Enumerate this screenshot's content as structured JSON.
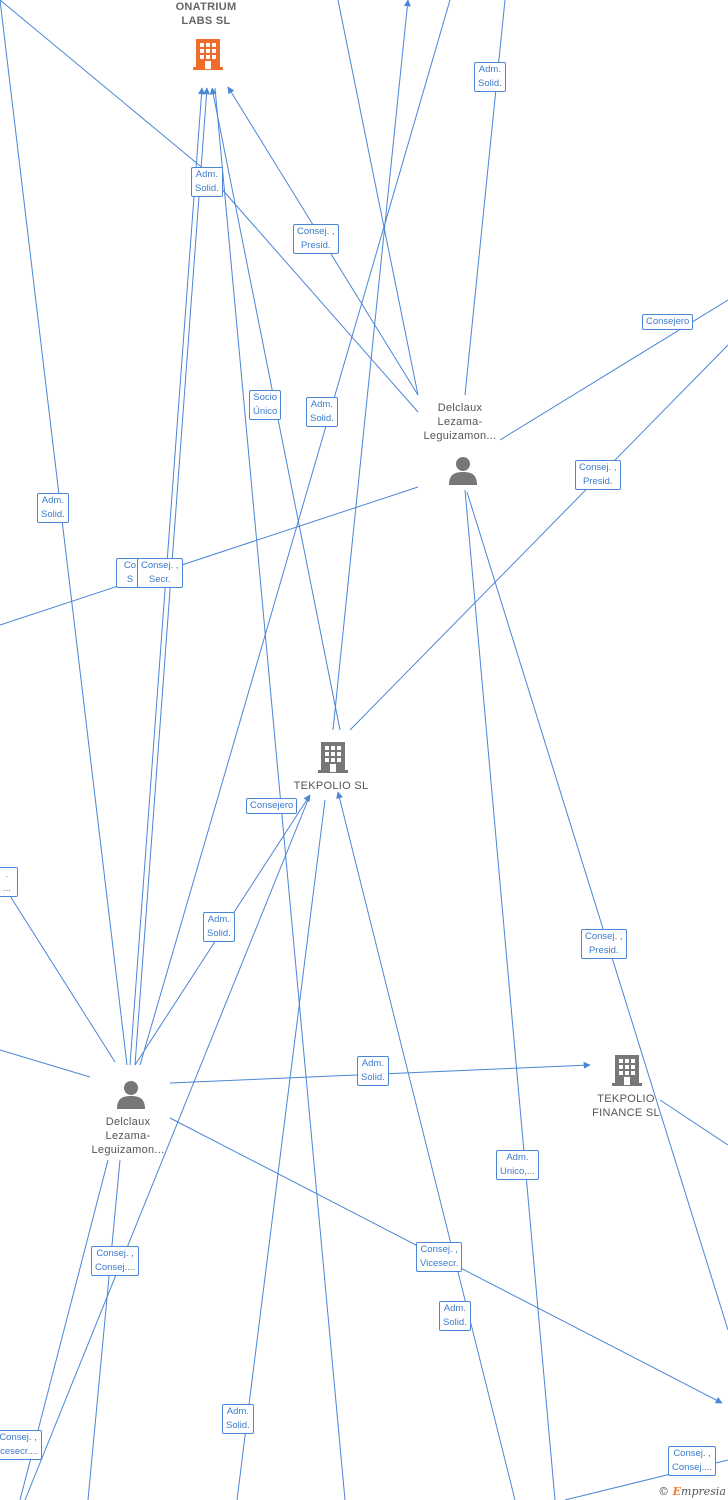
{
  "nodes": {
    "onatrium": {
      "line1": "ONATRIUM",
      "line2": "LABS  SL"
    },
    "tekpolio": {
      "line1": "TEKPOLIO  SL"
    },
    "tekpolio_finance": {
      "line1": "TEKPOLIO",
      "line2": "FINANCE  SL"
    },
    "person_top": {
      "line1": "Delclaux",
      "line2": "Lezama-",
      "line3": "Leguizamon..."
    },
    "person_bottom": {
      "line1": "Delclaux",
      "line2": "Lezama-",
      "line3": "Leguizamon..."
    }
  },
  "edge_labels": [
    {
      "l1": "Adm.",
      "l2": "Solid."
    },
    {
      "l1": "Adm.",
      "l2": "Solid."
    },
    {
      "l1": "Consej. ,",
      "l2": "Presid."
    },
    {
      "l1": "Consejero",
      "l2": ""
    },
    {
      "l1": "Socio",
      "l2": "Único"
    },
    {
      "l1": "Adm.",
      "l2": "Solid."
    },
    {
      "l1": "Consej. ,",
      "l2": "Presid."
    },
    {
      "l1": "Adm.",
      "l2": "Solid."
    },
    {
      "l1": "Co",
      "l2": "S"
    },
    {
      "l1": "Consej. ,",
      "l2": "Secr."
    },
    {
      "l1": "Consejero",
      "l2": ""
    },
    {
      "l1": ".",
      "l2": "..."
    },
    {
      "l1": "Adm.",
      "l2": "Solid."
    },
    {
      "l1": "Consej. ,",
      "l2": "Presid."
    },
    {
      "l1": "Adm.",
      "l2": "Solid."
    },
    {
      "l1": "Adm.",
      "l2": "Unico,..."
    },
    {
      "l1": "Consej. ,",
      "l2": "Consej...."
    },
    {
      "l1": "Consej. ,",
      "l2": "Vicesecr."
    },
    {
      "l1": "Adm.",
      "l2": "Solid."
    },
    {
      "l1": "Adm.",
      "l2": "Solid."
    },
    {
      "l1": "Consej. ,",
      "l2": "icesecr...."
    },
    {
      "l1": "Consej. ,",
      "l2": "Consej...."
    }
  ],
  "footer": {
    "copyright": "©",
    "brand_initial": "E",
    "brand_rest": "mpresia"
  },
  "colors": {
    "edge": "#4a86d6",
    "company_main": "#f06a2a",
    "company": "#777777",
    "person": "#777777"
  }
}
